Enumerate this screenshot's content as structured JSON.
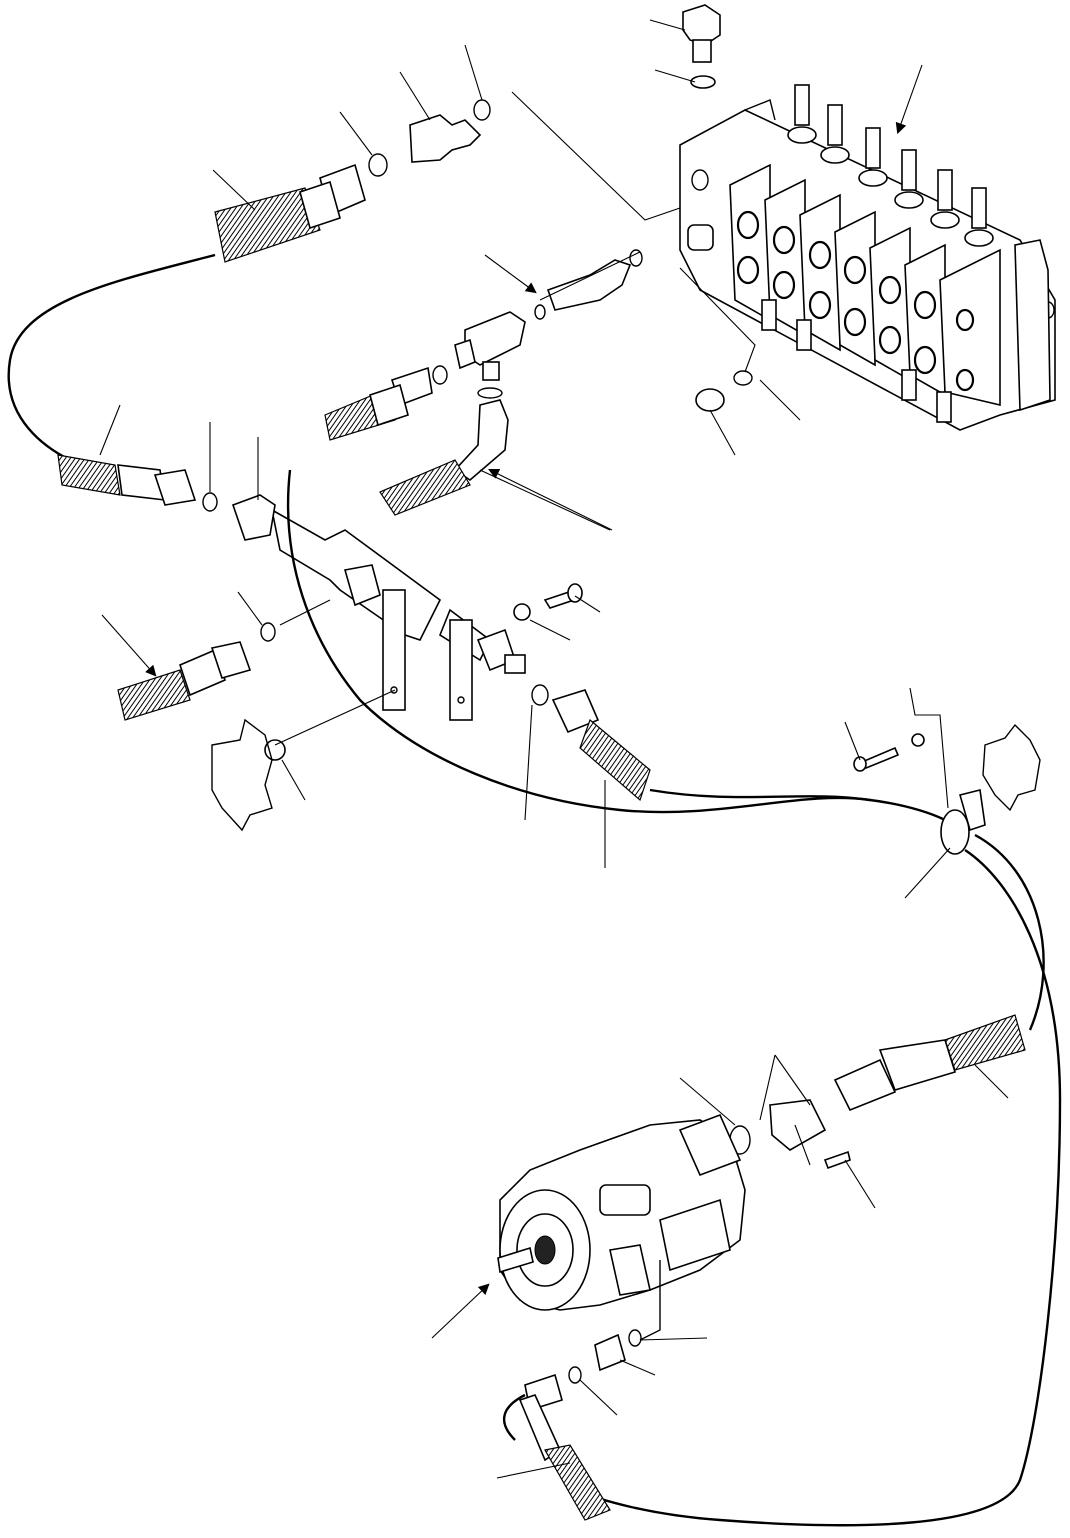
{
  "diagram": {
    "components": [
      {
        "id": "control-valve",
        "label": ""
      },
      {
        "id": "pump",
        "label": ""
      },
      {
        "id": "manifold",
        "label": ""
      }
    ],
    "callout_leaders": 34,
    "arrows": 7
  }
}
